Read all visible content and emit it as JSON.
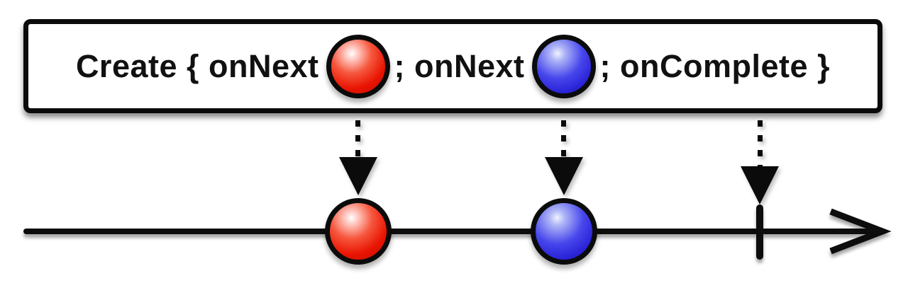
{
  "diagram": {
    "kind": "reactive-marble-diagram",
    "operator": "Create",
    "operator_box": {
      "segment_1": "Create { onNext",
      "segment_2": "; onNext",
      "segment_3": "; onComplete }",
      "marbles": [
        {
          "name": "red-marble",
          "color": "#e81300"
        },
        {
          "name": "blue-marble",
          "color": "#2b24d8"
        }
      ]
    },
    "timeline": {
      "direction": "left-to-right",
      "events": [
        {
          "type": "onNext",
          "marble": "red",
          "color": "#e81300"
        },
        {
          "type": "onNext",
          "marble": "blue",
          "color": "#2b24d8"
        },
        {
          "type": "onComplete",
          "symbol": "vertical-tick"
        }
      ]
    },
    "colors": {
      "stroke": "#0b0b0b",
      "background": "#ffffff",
      "red_marble": "#e81300",
      "blue_marble": "#2b24d8"
    }
  }
}
